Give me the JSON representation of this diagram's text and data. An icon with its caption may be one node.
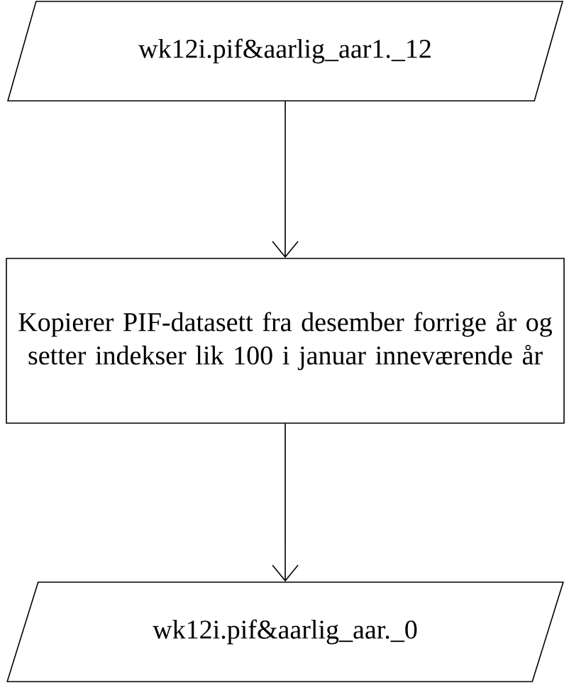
{
  "diagram": {
    "nodes": [
      {
        "text": [
          "wk12i.pif&aarlig_aar1._12"
        ]
      },
      {
        "text": [
          "Kopierer PIF-datasett fra desember forrige år og setter indekser lik 100 i januar inneværende år"
        ]
      },
      {
        "text": [
          "wk12i.pif&aarlig_aar._0"
        ]
      }
    ],
    "edges": [
      {
        "from": 0,
        "to": 1,
        "arrow": "to"
      },
      {
        "from": 1,
        "to": 2,
        "arrow": "to"
      }
    ]
  }
}
